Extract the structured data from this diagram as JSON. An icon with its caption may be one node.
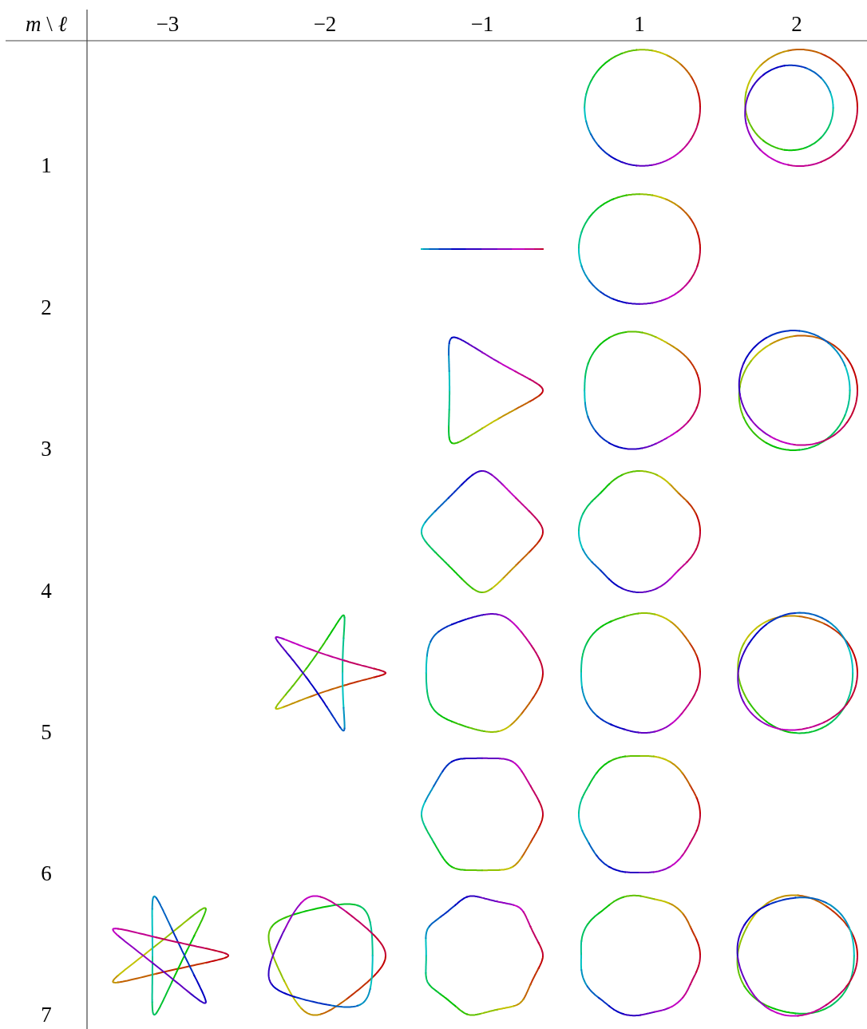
{
  "diagram": {
    "labels": [
      "*m* \\ *ℓ*",
      "−3",
      "−2",
      "−1",
      "1",
      "2",
      "1",
      "2",
      "3",
      "4",
      "5",
      "6",
      "7"
    ]
  }
}
